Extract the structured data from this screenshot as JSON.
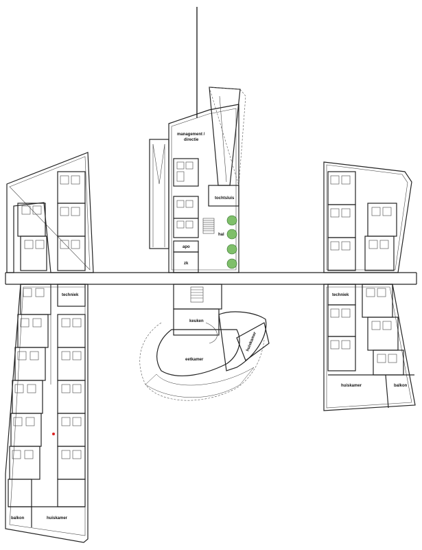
{
  "labels": {
    "management": "management /",
    "directie": "directie",
    "tochtsluis": "tochtsluis",
    "hal": "hal",
    "apo": "apo",
    "zk": "zk",
    "keuken": "keuken",
    "eetkamer": "eetkamer",
    "huiskamer_curved": "huiskamer",
    "techniek_left": "techniek",
    "techniek_right": "techniek",
    "huiskamer_right": "huiskamer",
    "balkon_right": "balkon",
    "balkon_left": "balkon",
    "huiskamer_left": "huiskamer"
  },
  "colors": {
    "walls": "#222222",
    "trees": "#7fbf6a",
    "marker": "#dd2222"
  }
}
